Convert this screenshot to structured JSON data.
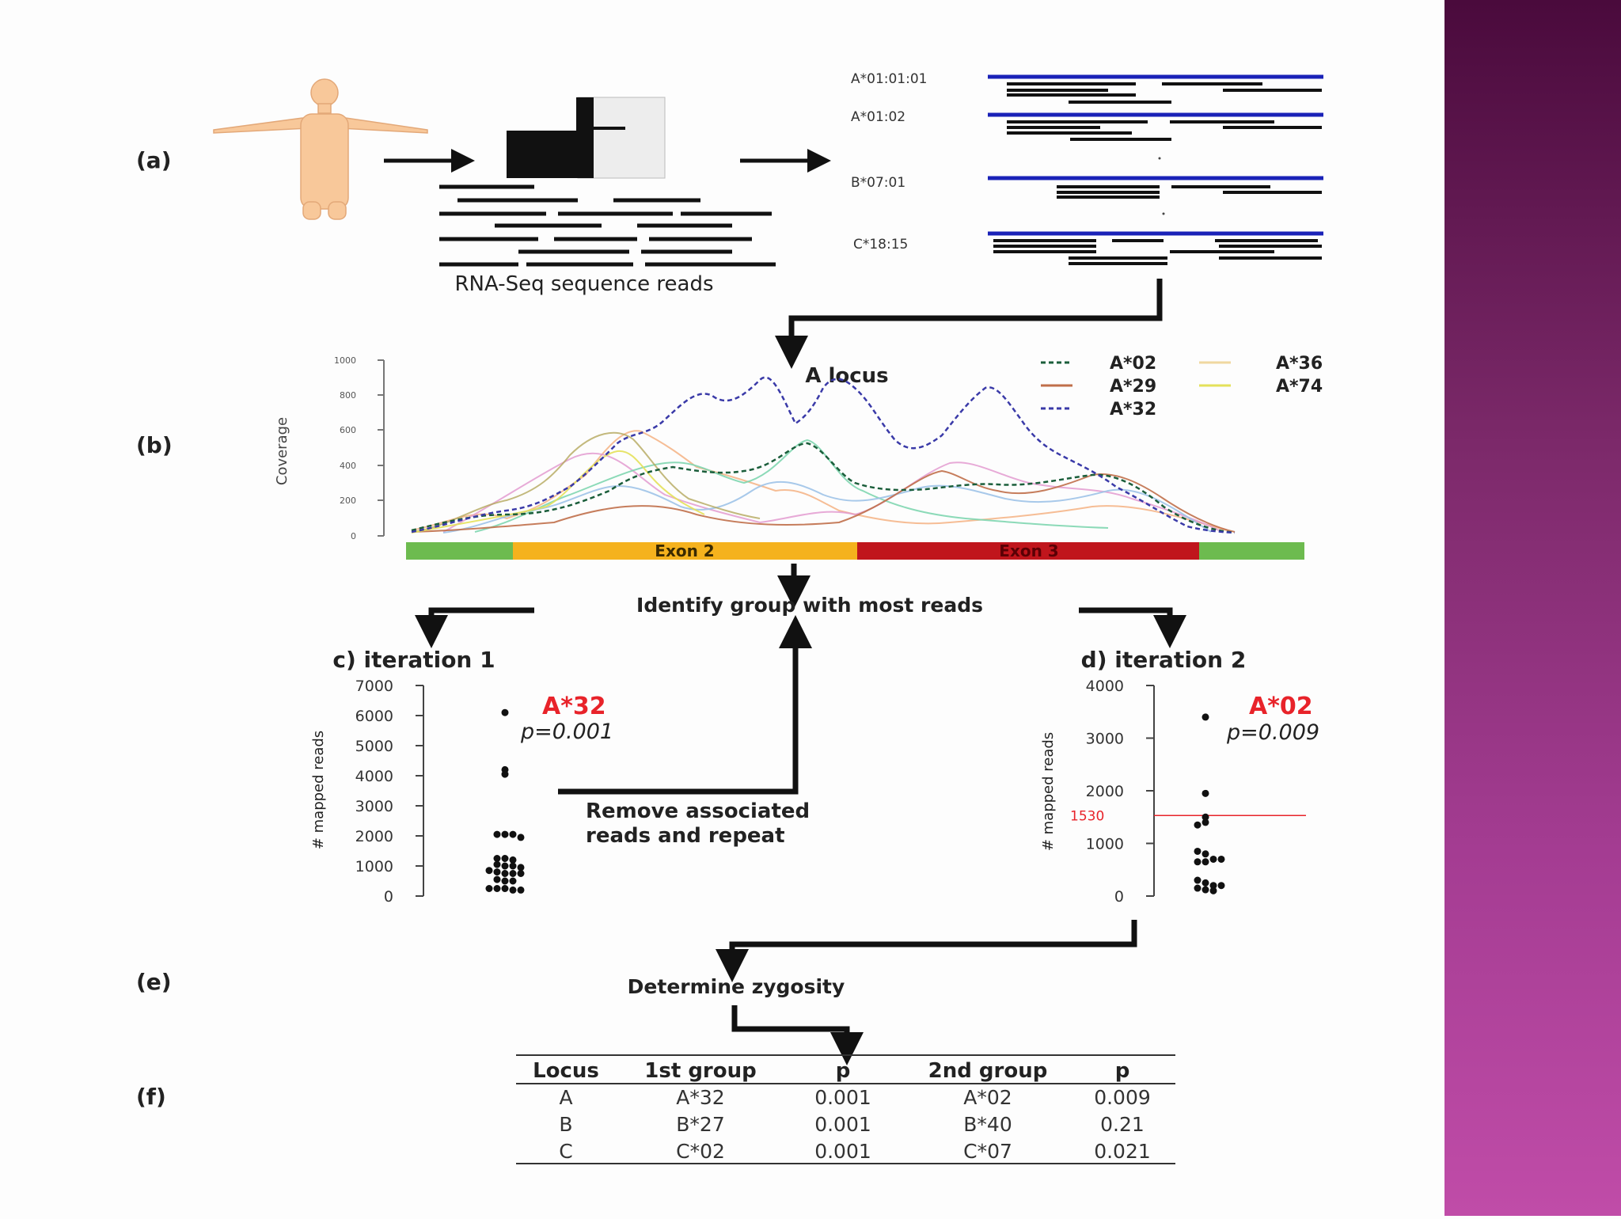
{
  "panel_labels": [
    "(a)",
    "(b)",
    "(e)",
    "(f)"
  ],
  "panel_a": {
    "caption": "RNA-Seq sequence reads",
    "alleles": [
      "A*01:01:01",
      "A*01:02",
      "B*07:01",
      "C*18:15"
    ]
  },
  "panel_b": {
    "title": "A locus",
    "ylabel": "Coverage",
    "yticks": [
      "0",
      "200",
      "400",
      "600",
      "800",
      "1000"
    ],
    "legend": [
      "A*02",
      "A*36",
      "A*29",
      "A*74",
      "A*32"
    ],
    "exons": [
      "Exon 2",
      "Exon 3"
    ]
  },
  "flow": {
    "identify": "Identify group with most reads",
    "remove_line1": "Remove associated",
    "remove_line2": "reads and repeat",
    "zygosity": "Determine zygosity"
  },
  "colors": {
    "sidebar_top": "#4a0a3c",
    "sidebar_bottom": "#c04ca8",
    "highlight_red": "#e8232a",
    "exon_green": "#6dbb4f",
    "exon2_orange": "#f5b21d",
    "exon3_red": "#c0151c",
    "reference_blue": "#1a22b8"
  },
  "chart_data": [
    {
      "type": "scatter",
      "title": "c) iteration 1",
      "ylabel": "# mapped reads",
      "ylim": [
        0,
        7000
      ],
      "yticks": [
        "0",
        "1000",
        "2000",
        "3000",
        "4000",
        "5000",
        "6000",
        "7000"
      ],
      "annotation": {
        "label": "A*32",
        "p": "p=0.001"
      },
      "points": [
        {
          "x": 0,
          "y": 6100
        },
        {
          "x": 0,
          "y": 4200
        },
        {
          "x": 0,
          "y": 4050
        },
        {
          "x": -1,
          "y": 2050
        },
        {
          "x": 0,
          "y": 2050
        },
        {
          "x": 1,
          "y": 2050
        },
        {
          "x": 2,
          "y": 1950
        },
        {
          "x": -1,
          "y": 1250
        },
        {
          "x": 0,
          "y": 1250
        },
        {
          "x": 1,
          "y": 1200
        },
        {
          "x": -1,
          "y": 1050
        },
        {
          "x": 0,
          "y": 1000
        },
        {
          "x": 1,
          "y": 1000
        },
        {
          "x": 2,
          "y": 950
        },
        {
          "x": -2,
          "y": 850
        },
        {
          "x": -1,
          "y": 800
        },
        {
          "x": 0,
          "y": 750
        },
        {
          "x": 1,
          "y": 750
        },
        {
          "x": 2,
          "y": 750
        },
        {
          "x": -1,
          "y": 550
        },
        {
          "x": 0,
          "y": 500
        },
        {
          "x": 1,
          "y": 500
        },
        {
          "x": -2,
          "y": 250
        },
        {
          "x": -1,
          "y": 250
        },
        {
          "x": 0,
          "y": 250
        },
        {
          "x": 1,
          "y": 200
        },
        {
          "x": 2,
          "y": 200
        }
      ]
    },
    {
      "type": "scatter",
      "title": "d) iteration 2",
      "ylabel": "# mapped reads",
      "ylim": [
        0,
        4000
      ],
      "yticks": [
        "0",
        "1000",
        "2000",
        "3000",
        "4000"
      ],
      "threshold": {
        "value": 1530,
        "label": "1530"
      },
      "annotation": {
        "label": "A*02",
        "p": "p=0.009"
      },
      "points": [
        {
          "x": 0,
          "y": 3400
        },
        {
          "x": 0,
          "y": 1950
        },
        {
          "x": 0,
          "y": 1500
        },
        {
          "x": -1,
          "y": 1350
        },
        {
          "x": 0,
          "y": 1400
        },
        {
          "x": -1,
          "y": 850
        },
        {
          "x": 0,
          "y": 800
        },
        {
          "x": 1,
          "y": 700
        },
        {
          "x": 2,
          "y": 700
        },
        {
          "x": -1,
          "y": 650
        },
        {
          "x": 0,
          "y": 650
        },
        {
          "x": -1,
          "y": 300
        },
        {
          "x": 0,
          "y": 250
        },
        {
          "x": 1,
          "y": 200
        },
        {
          "x": 2,
          "y": 200
        },
        {
          "x": -1,
          "y": 150
        },
        {
          "x": 0,
          "y": 120
        },
        {
          "x": 1,
          "y": 100
        }
      ]
    }
  ],
  "table": {
    "headers": [
      "Locus",
      "1st group",
      "p",
      "2nd group",
      "p"
    ],
    "rows": [
      [
        "A",
        "A*32",
        "0.001",
        "A*02",
        "0.009"
      ],
      [
        "B",
        "B*27",
        "0.001",
        "B*40",
        "0.21"
      ],
      [
        "C",
        "C*02",
        "0.001",
        "C*07",
        "0.021"
      ]
    ]
  }
}
